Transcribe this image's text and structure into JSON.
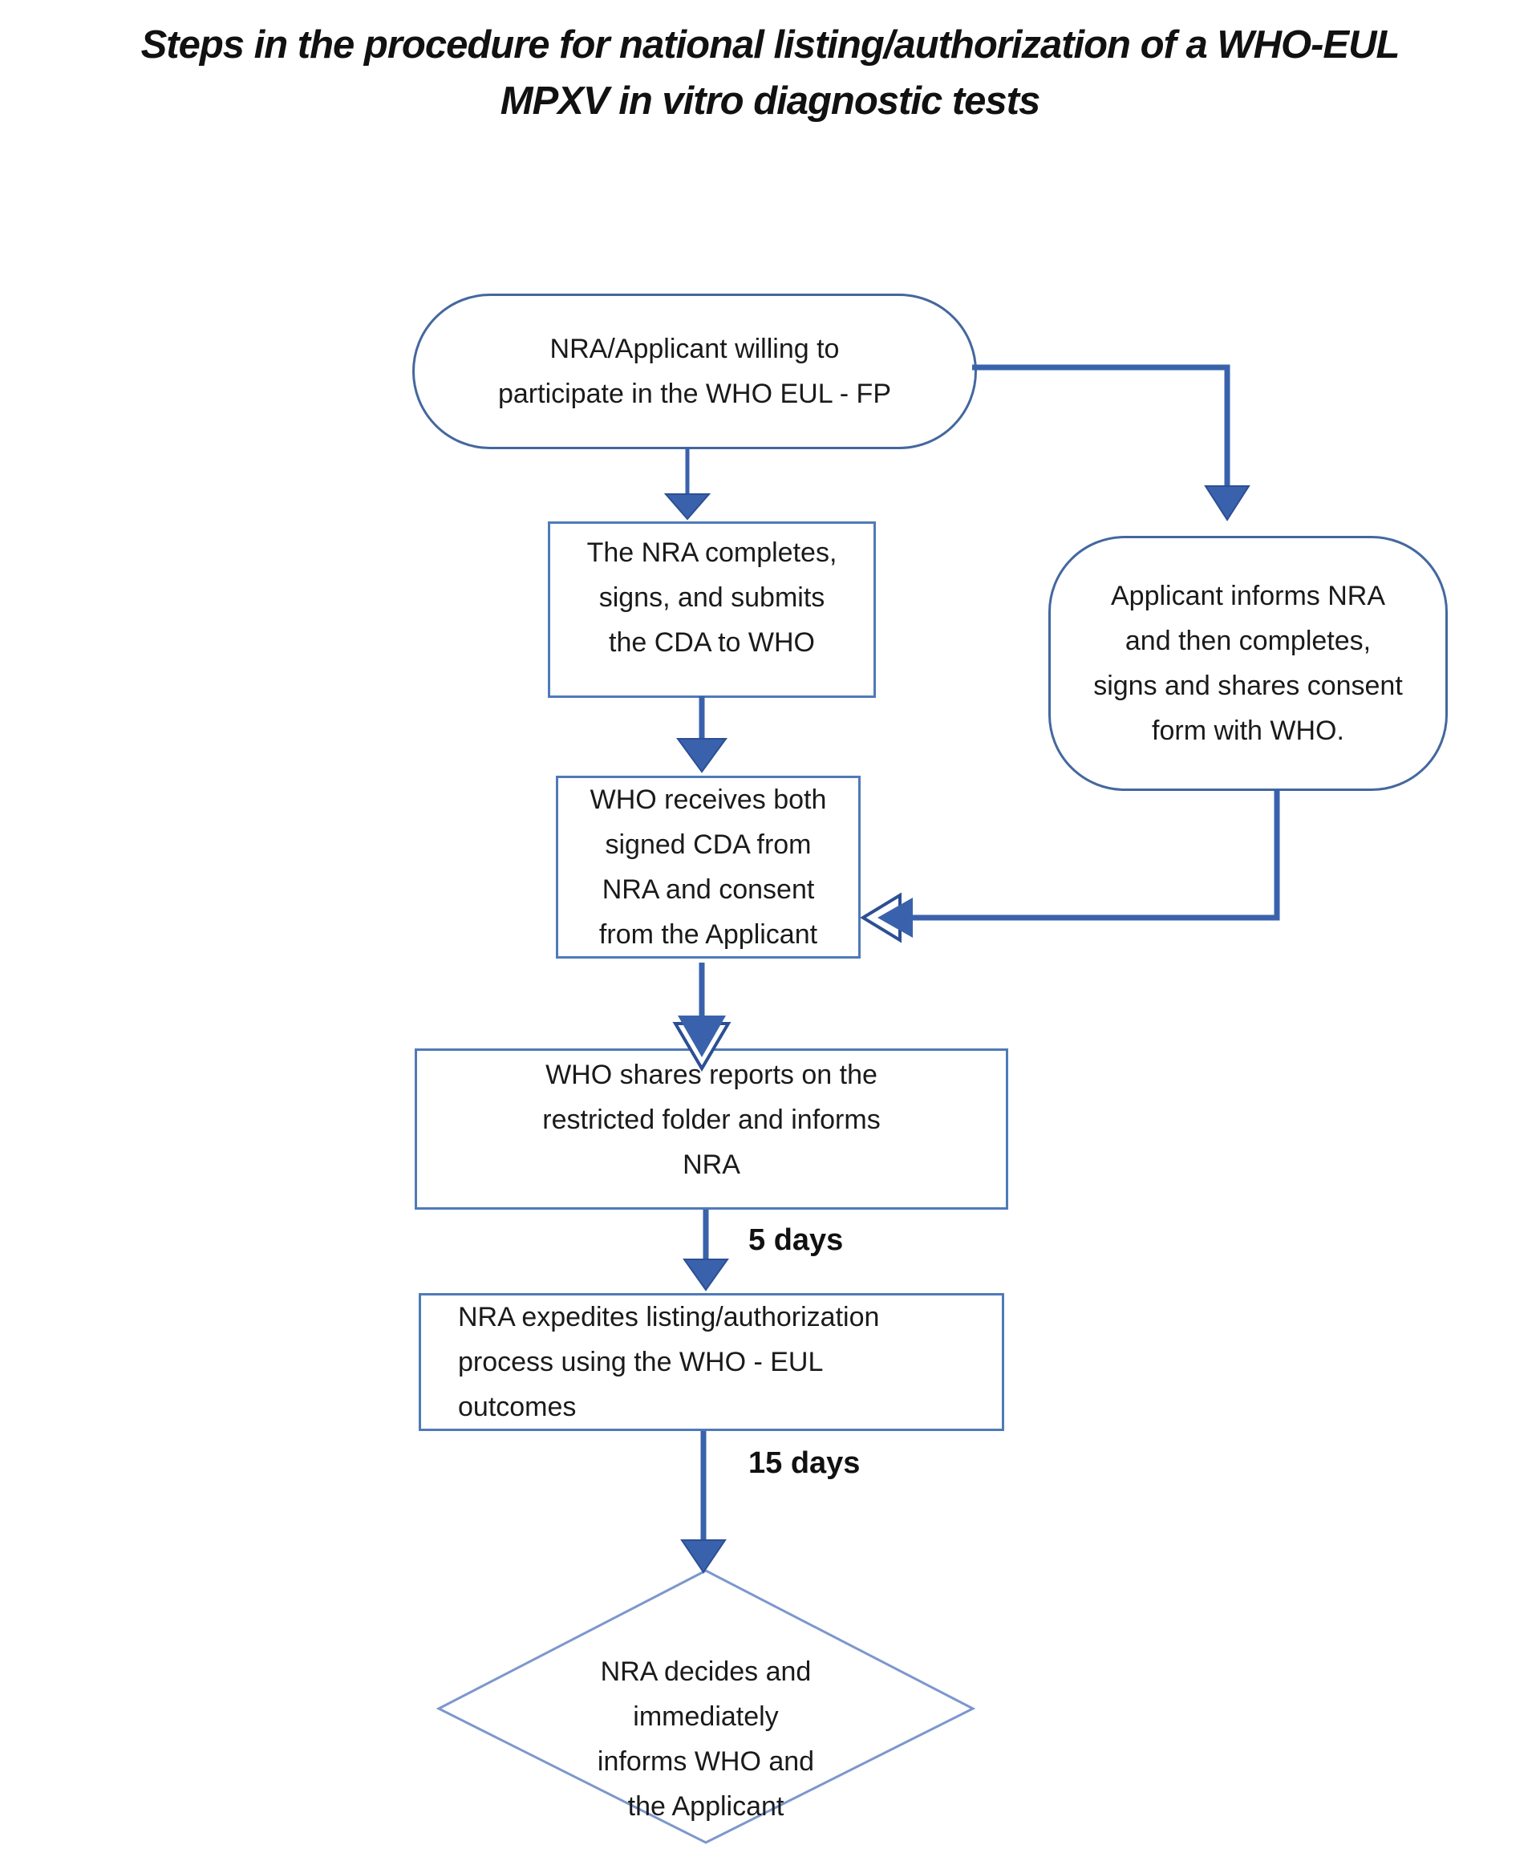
{
  "title": {
    "line1": "Steps in the procedure for national listing/authorization of a WHO-EUL",
    "line2": "MPXV in vitro diagnostic tests"
  },
  "nodes": {
    "start": {
      "lines": [
        "NRA/Applicant willing to",
        "participate in the WHO EUL - FP"
      ]
    },
    "nra_completes": {
      "lines": [
        "The NRA completes,",
        "signs, and submits",
        "the CDA to WHO"
      ]
    },
    "applicant_informs": {
      "lines": [
        "Applicant informs NRA",
        "and then completes,",
        "signs and shares consent",
        "form with WHO."
      ]
    },
    "who_receives": {
      "lines": [
        "WHO receives both",
        "signed CDA from",
        "NRA and consent",
        "from the Applicant"
      ]
    },
    "who_shares": {
      "lines": [
        "WHO shares reports on the",
        "restricted folder and informs",
        "NRA"
      ]
    },
    "nra_expedites": {
      "lines": [
        "NRA expedites listing/authorization",
        "process using the WHO - EUL",
        "outcomes"
      ]
    },
    "nra_decides": {
      "lines": [
        "NRA decides and",
        "immediately",
        "informs WHO and",
        "the Applicant"
      ]
    }
  },
  "edge_labels": {
    "five_days": "5 days",
    "fifteen_days": "15 days"
  },
  "colors": {
    "node-border": "#44679e",
    "rect-border": "#4f7ab8",
    "diamond-border": "#7c97ce",
    "arrow": "#3a62ac",
    "arrow-dark": "#2c4f94",
    "text": "#1a1a1a",
    "title": "#111111",
    "background": "#ffffff"
  }
}
